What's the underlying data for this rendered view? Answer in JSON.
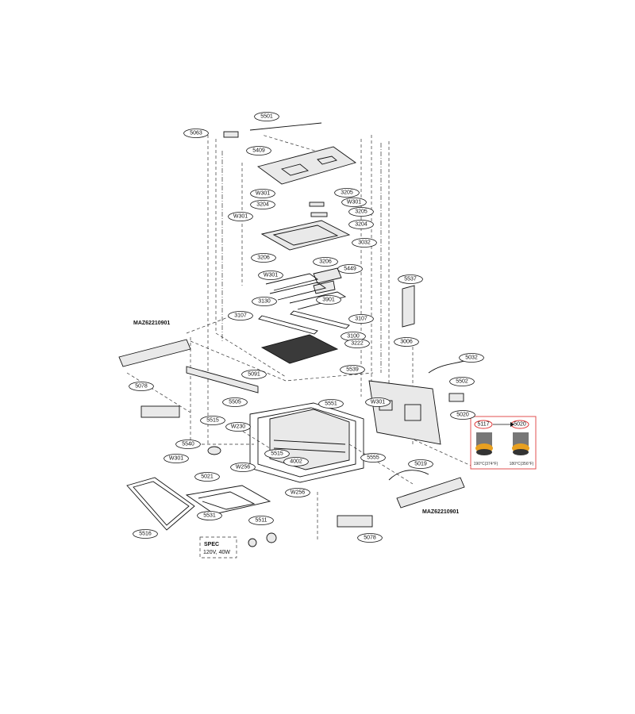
{
  "labels": {
    "l5501": "5501",
    "l5063": "5063",
    "l5409": "5409",
    "lW301a": "W301",
    "l3205a": "3205",
    "l3204a": "3204",
    "lW301b": "W301",
    "l3205b": "3205",
    "lW301c": "W301",
    "l3204b": "3204",
    "l3032": "3032",
    "l3206a": "3206",
    "l3206b": "3206",
    "l5449": "5449",
    "lW301d": "W301",
    "l3901": "3901",
    "l3130": "3130",
    "l3107a": "3107",
    "l3107b": "3107",
    "l3100": "3100",
    "l3222": "3222",
    "l5537": "5537",
    "l3006": "3006",
    "l5032": "5032",
    "l5539": "5539",
    "l5091": "5091",
    "l5078a": "5078",
    "l5502": "5502",
    "l5551": "5551",
    "lW301e": "W301",
    "l5505": "5505",
    "l5515a": "5515",
    "lW230": "W230",
    "l5020": "5020",
    "l5540": "5540",
    "l5515b": "5515",
    "l4002": "4002",
    "l5555": "5555",
    "lW301f": "W301",
    "lW256a": "W256",
    "l5021": "5021",
    "l5019": "5019",
    "lW256b": "W256",
    "l5516": "5516",
    "l5531": "5531",
    "l5511": "5511",
    "l5078b": "5078"
  },
  "text": {
    "maz_top": "MAZ62210901",
    "maz_bottom": "MAZ62210901",
    "spec_title": "SPEC",
    "spec_value": "120V, 40W"
  },
  "inset": {
    "left_label": "5117",
    "right_label": "5020",
    "left_caption": "190°C(374°F)",
    "right_caption": "180°C(356°F)",
    "accent": "#e8a020",
    "border": "#e05050"
  }
}
